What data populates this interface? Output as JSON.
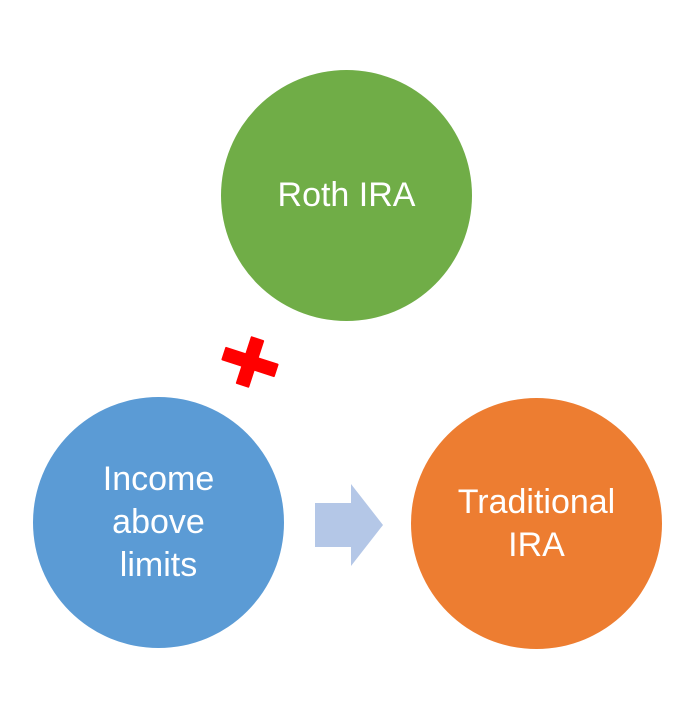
{
  "diagram": {
    "nodes": [
      {
        "id": "roth",
        "label": "Roth IRA",
        "color": "#70AD47"
      },
      {
        "id": "income",
        "label": "Income\nabove\nlimits",
        "color": "#5B9BD5"
      },
      {
        "id": "traditional",
        "label": "Traditional\nIRA",
        "color": "#ED7D31"
      }
    ],
    "connectors": [
      {
        "from": "income",
        "to": "roth",
        "shape": "cross",
        "meaning": "blocked",
        "color": "#FF0000"
      },
      {
        "from": "income",
        "to": "traditional",
        "shape": "right-arrow",
        "meaning": "leads-to",
        "color": "#B4C7E7"
      }
    ]
  }
}
